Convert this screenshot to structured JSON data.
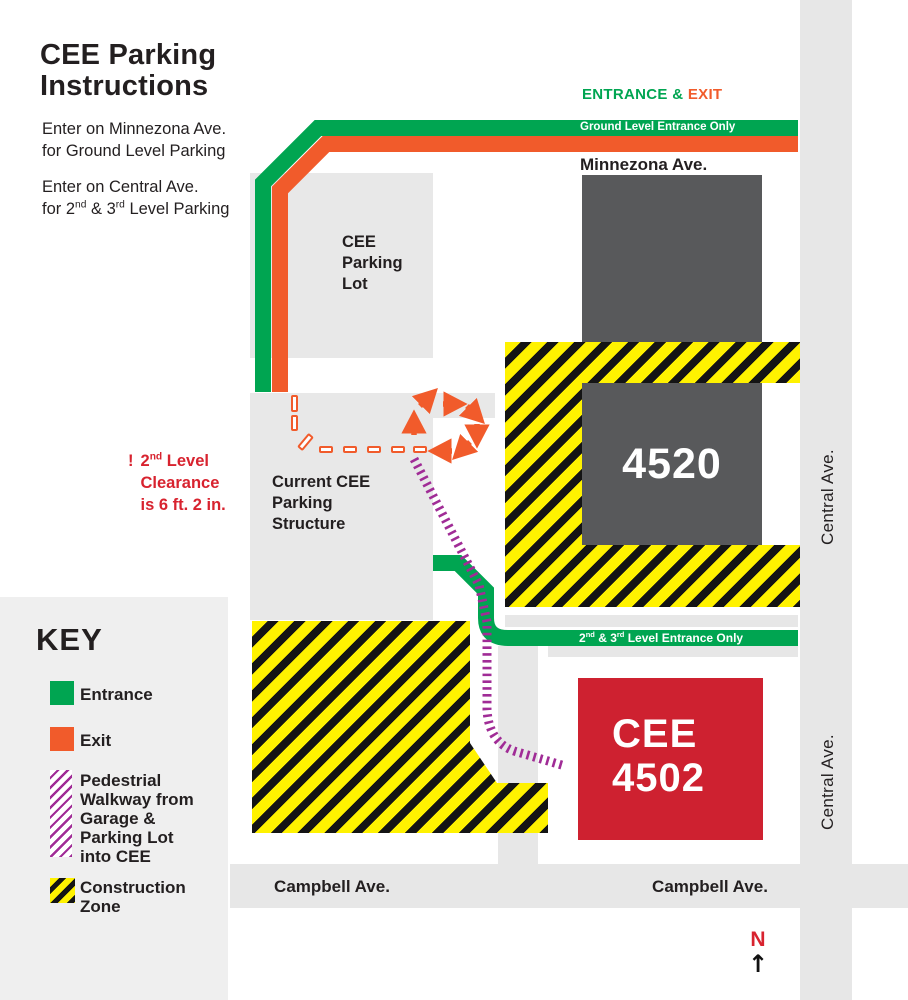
{
  "sidebar": {
    "title_line1": "CEE Parking",
    "title_line2": "Instructions",
    "p1_line1": "Enter on Minnezona Ave.",
    "p1_line2": "for Ground Level Parking",
    "p2_line1": "Enter on Central Ave.",
    "p2_pre": "for 2",
    "p2_sup1": "nd",
    "p2_mid": " & 3",
    "p2_sup2": "rd",
    "p2_post": " Level Parking"
  },
  "warning": {
    "mark": "!",
    "l1_pre": "2",
    "l1_sup": "nd",
    "l1_post": " Level",
    "l2": "Clearance",
    "l3": "is 6 ft. 2 in."
  },
  "map": {
    "entrance_exit_heading": {
      "entrance": "ENTRANCE",
      "amp": " & ",
      "exit": "EXIT"
    },
    "ground_bar_label": "Ground Level Entrance Only",
    "upper_bar": {
      "pre": "2",
      "sup1": "nd",
      "mid": " & 3",
      "sup2": "rd",
      "post": " Level Entrance Only"
    },
    "minnezona": "Minnezona Ave.",
    "parking_lot": {
      "l1": "CEE",
      "l2": "Parking",
      "l3": "Lot"
    },
    "structure": {
      "l1": "Current CEE",
      "l2": "Parking",
      "l3": "Structure"
    },
    "building_4520": "4520",
    "building_4502": {
      "l1": "CEE",
      "l2": "4502"
    },
    "central_ave": "Central Ave.",
    "campbell_ave": "Campbell Ave.",
    "north_letter": "N",
    "north_arrow": "↑"
  },
  "key": {
    "heading": "KEY",
    "entrance_label": "Entrance",
    "exit_label": "Exit",
    "walkway_lines": {
      "l1": "Pedestrial",
      "l2": "Walkway from",
      "l3": "Garage &",
      "l4": "Parking Lot",
      "l5": "into CEE"
    },
    "construction_lines": {
      "l1": "Construction",
      "l2": "Zone"
    }
  },
  "colors": {
    "entrance_green": "#00a551",
    "exit_orange": "#f15b2b",
    "construction_yellow": "#fff200",
    "building_red": "#ce2130",
    "accent_red": "#d8232f",
    "building_gray": "#58595b",
    "road_gray": "#e7e7e7",
    "walkway_purple": "#a02c96"
  }
}
